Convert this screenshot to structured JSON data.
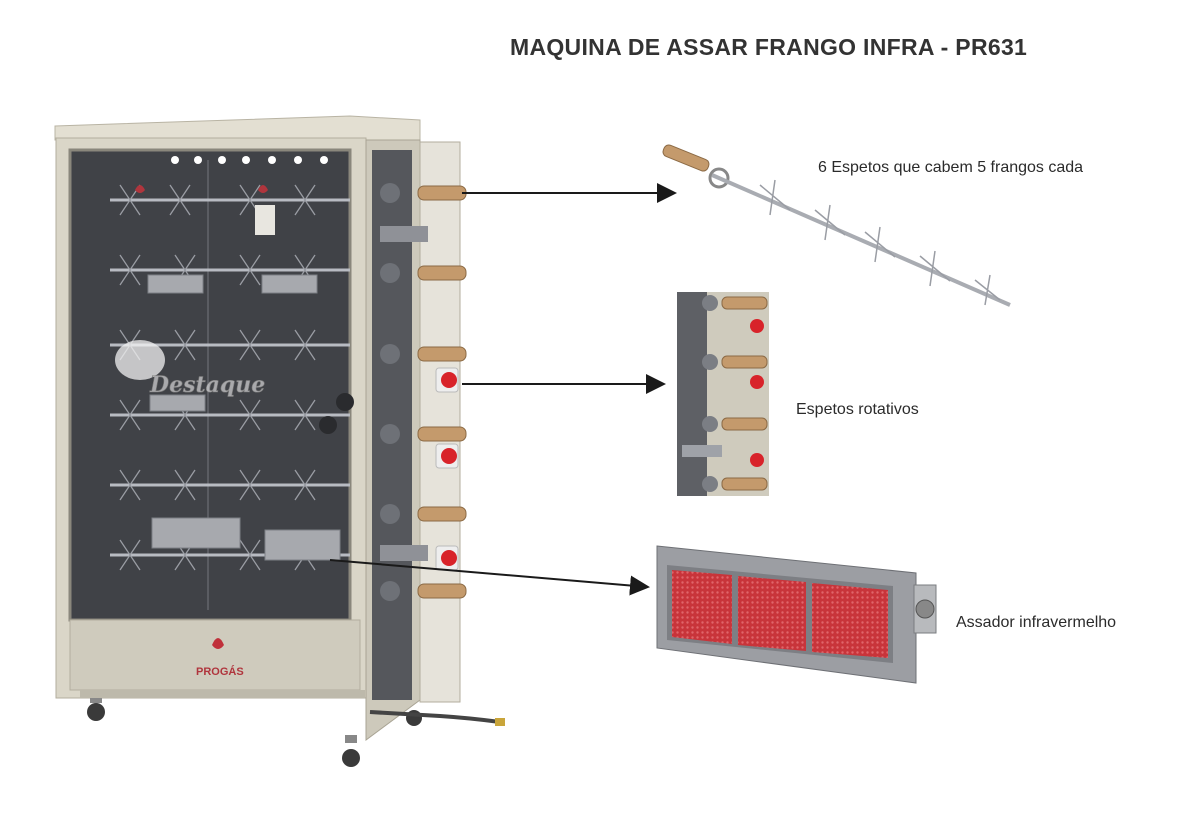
{
  "title": "MAQUINA DE ASSAR FRANGO INFRA - PR631",
  "callouts": {
    "spits": "6 Espetos que cabem 5 frangos cada",
    "rotating": "Espetos rotativos",
    "infrared": "Assador infravermelho"
  },
  "machine": {
    "brand_logo": "PROGÁS",
    "watermark": "Destaque"
  },
  "colors": {
    "steel": "#d8d4c6",
    "glass": "#3f4146",
    "wood": "#c49a6c",
    "red_knob": "#d8232a",
    "infrared": "#c8343a"
  }
}
